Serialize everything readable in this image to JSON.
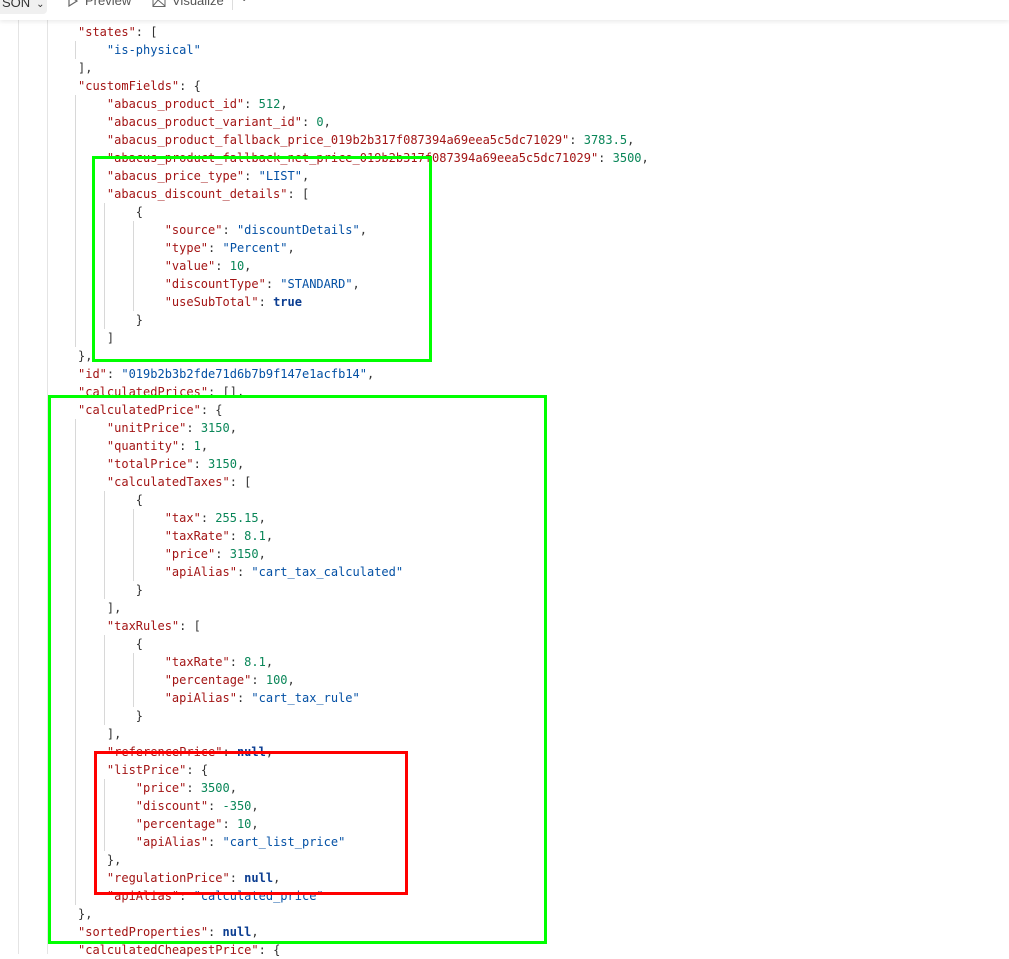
{
  "toolbar": {
    "json_label": "SON",
    "preview_label": "Preview",
    "visualize_label": "Visualize"
  },
  "colors": {
    "highlight_green": "#00ff00",
    "highlight_red": "#ff0000",
    "key": "#a31515",
    "string": "#0451a5",
    "number": "#098658",
    "literal": "#0b3d91"
  },
  "lines": [
    {
      "i": 0,
      "k": "\"states\"",
      "p": ": ["
    },
    {
      "i": 1,
      "v": "\"is-physical\"",
      "t": "s"
    },
    {
      "i": 0,
      "p": "],"
    },
    {
      "i": 0,
      "k": "\"customFields\"",
      "p": ": {"
    },
    {
      "i": 1,
      "k": "\"abacus_product_id\"",
      "v": "512",
      "t": "n",
      "p2": ","
    },
    {
      "i": 1,
      "k": "\"abacus_product_variant_id\"",
      "v": "0",
      "t": "n",
      "p2": ","
    },
    {
      "i": 1,
      "k": "\"abacus_product_fallback_price_019b2b317f087394a69eea5c5dc71029\"",
      "v": "3783.5",
      "t": "n",
      "p2": ","
    },
    {
      "i": 1,
      "k": "\"abacus_product_fallback_net_price_019b2b317f087394a69eea5c5dc71029\"",
      "v": "3500",
      "t": "n",
      "p2": ","
    },
    {
      "i": 1,
      "k": "\"abacus_price_type\"",
      "v": "\"LIST\"",
      "t": "s",
      "p2": ","
    },
    {
      "i": 1,
      "k": "\"abacus_discount_details\"",
      "p": ": ["
    },
    {
      "i": 2,
      "p": "{"
    },
    {
      "i": 3,
      "k": "\"source\"",
      "v": "\"discountDetails\"",
      "t": "s",
      "p2": ","
    },
    {
      "i": 3,
      "k": "\"type\"",
      "v": "\"Percent\"",
      "t": "s",
      "p2": ","
    },
    {
      "i": 3,
      "k": "\"value\"",
      "v": "10",
      "t": "n",
      "p2": ","
    },
    {
      "i": 3,
      "k": "\"discountType\"",
      "v": "\"STANDARD\"",
      "t": "s",
      "p2": ","
    },
    {
      "i": 3,
      "k": "\"useSubTotal\"",
      "v": "true",
      "t": "b"
    },
    {
      "i": 2,
      "p": "}"
    },
    {
      "i": 1,
      "p": "]"
    },
    {
      "i": 0,
      "p": "},"
    },
    {
      "i": 0,
      "k": "\"id\"",
      "v": "\"019b2b3b2fde71d6b7b9f147e1acfb14\"",
      "t": "s",
      "p2": ","
    },
    {
      "i": 0,
      "k": "\"calculatedPrices\"",
      "p": ": [],"
    },
    {
      "i": 0,
      "k": "\"calculatedPrice\"",
      "p": ": {"
    },
    {
      "i": 1,
      "k": "\"unitPrice\"",
      "v": "3150",
      "t": "n",
      "p2": ","
    },
    {
      "i": 1,
      "k": "\"quantity\"",
      "v": "1",
      "t": "n",
      "p2": ","
    },
    {
      "i": 1,
      "k": "\"totalPrice\"",
      "v": "3150",
      "t": "n",
      "p2": ","
    },
    {
      "i": 1,
      "k": "\"calculatedTaxes\"",
      "p": ": ["
    },
    {
      "i": 2,
      "p": "{"
    },
    {
      "i": 3,
      "k": "\"tax\"",
      "v": "255.15",
      "t": "n",
      "p2": ","
    },
    {
      "i": 3,
      "k": "\"taxRate\"",
      "v": "8.1",
      "t": "n",
      "p2": ","
    },
    {
      "i": 3,
      "k": "\"price\"",
      "v": "3150",
      "t": "n",
      "p2": ","
    },
    {
      "i": 3,
      "k": "\"apiAlias\"",
      "v": "\"cart_tax_calculated\"",
      "t": "s"
    },
    {
      "i": 2,
      "p": "}"
    },
    {
      "i": 1,
      "p": "],"
    },
    {
      "i": 1,
      "k": "\"taxRules\"",
      "p": ": ["
    },
    {
      "i": 2,
      "p": "{"
    },
    {
      "i": 3,
      "k": "\"taxRate\"",
      "v": "8.1",
      "t": "n",
      "p2": ","
    },
    {
      "i": 3,
      "k": "\"percentage\"",
      "v": "100",
      "t": "n",
      "p2": ","
    },
    {
      "i": 3,
      "k": "\"apiAlias\"",
      "v": "\"cart_tax_rule\"",
      "t": "s"
    },
    {
      "i": 2,
      "p": "}"
    },
    {
      "i": 1,
      "p": "],"
    },
    {
      "i": 1,
      "k": "\"referencePrice\"",
      "v": "null",
      "t": "b",
      "p2": ","
    },
    {
      "i": 1,
      "k": "\"listPrice\"",
      "p": ": {"
    },
    {
      "i": 2,
      "k": "\"price\"",
      "v": "3500",
      "t": "n",
      "p2": ","
    },
    {
      "i": 2,
      "k": "\"discount\"",
      "v": "-350",
      "t": "n",
      "p2": ","
    },
    {
      "i": 2,
      "k": "\"percentage\"",
      "v": "10",
      "t": "n",
      "p2": ","
    },
    {
      "i": 2,
      "k": "\"apiAlias\"",
      "v": "\"cart_list_price\"",
      "t": "s"
    },
    {
      "i": 1,
      "p": "},"
    },
    {
      "i": 1,
      "k": "\"regulationPrice\"",
      "v": "null",
      "t": "b",
      "p2": ","
    },
    {
      "i": 1,
      "k": "\"apiAlias\"",
      "v": "\"calculated_price\"",
      "t": "s"
    },
    {
      "i": 0,
      "p": "},"
    },
    {
      "i": 0,
      "k": "\"sortedProperties\"",
      "v": "null",
      "t": "b",
      "p2": ","
    },
    {
      "i": 0,
      "k": "\"calculatedCheapestPrice\"",
      "p": ": {"
    }
  ]
}
